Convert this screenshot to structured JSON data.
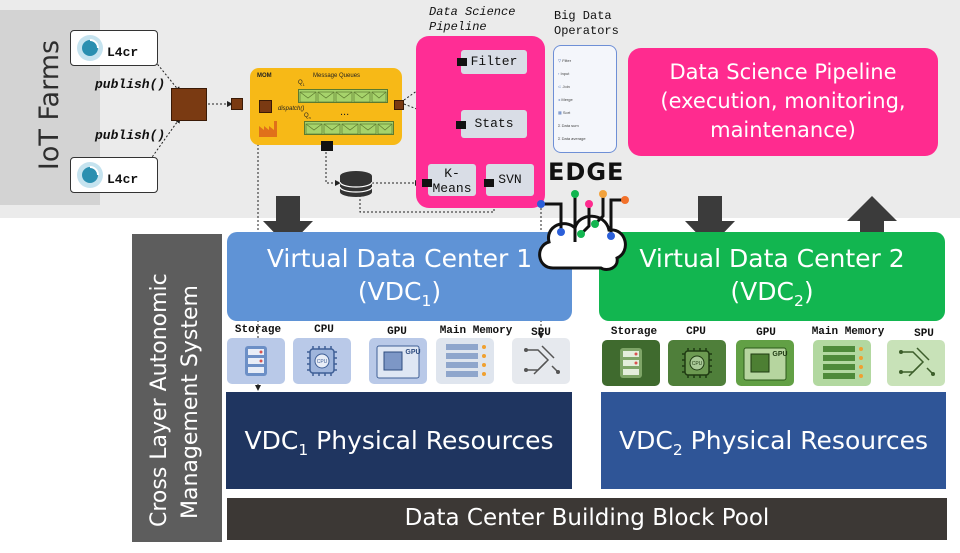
{
  "iot": {
    "label": "IoT Farms",
    "sensor_label": "L4cr",
    "publish_label": "publish()"
  },
  "mom": {
    "label": "MOM",
    "queues_label": "Message Queues",
    "queue_1": "Q",
    "queue_n": "Q",
    "dispatch_label": "dispatch()",
    "ellipsis": "..."
  },
  "pipeline": {
    "heading": [
      "Data Science",
      "Pipeline"
    ],
    "stages": [
      "Filter",
      "Stats",
      "K-\nMeans",
      "SVN"
    ]
  },
  "operators": {
    "heading": [
      "Big Data",
      "Operators"
    ],
    "items": [
      "Filter",
      "Input",
      "Join",
      "Merge",
      "Sort",
      "Data sum",
      "Data average"
    ]
  },
  "dsp_box": {
    "lines": [
      "Data Science Pipeline",
      "(execution, monitoring,",
      "maintenance)"
    ]
  },
  "edge": {
    "label": "EDGE"
  },
  "cross_layer": {
    "lines": [
      "Cross Layer Autonomic",
      "Management System"
    ]
  },
  "vdc1": {
    "title": "Virtual Data Center 1",
    "abbr": "VDC",
    "sub": "1",
    "resources": [
      "Storage",
      "CPU",
      "GPU",
      "Main Memory",
      "SPU"
    ],
    "physical": "Physical Resources"
  },
  "vdc2": {
    "title": "Virtual Data Center 2",
    "abbr": "VDC",
    "sub": "2",
    "resources": [
      "Storage",
      "CPU",
      "GPU",
      "Main Memory",
      "SPU"
    ],
    "physical": "Physical Resources"
  },
  "pool": {
    "label": "Data Center Building Block Pool"
  },
  "chip_label": "CPU",
  "gpu_chip_label": "GPU",
  "colors": {
    "pink": "#ff2b8f",
    "vdc1": "#5f93d6",
    "vdc2": "#12b650",
    "phys1": "#1f3560",
    "phys2": "#2f5597",
    "pool": "#3c3835",
    "cross": "#5d5d5d",
    "mom": "#f7b917"
  }
}
